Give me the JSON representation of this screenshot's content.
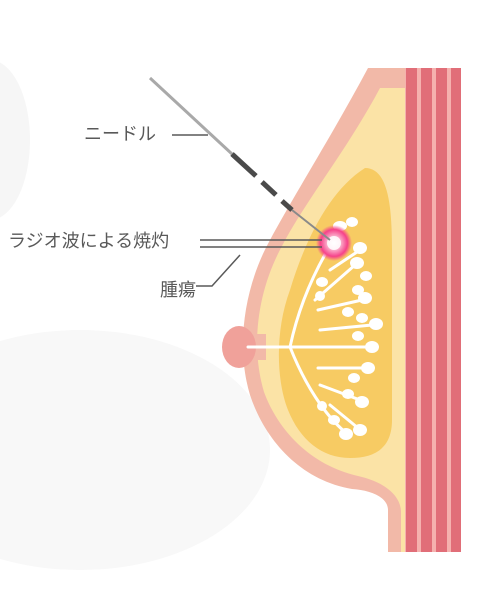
{
  "labels": {
    "needle": "ニードル",
    "ablation": "ラジオ波による焼灼",
    "tumor": "腫瘍"
  },
  "colors": {
    "skin_outer": "#f2b9a8",
    "breast_tissue": "#fbe3a6",
    "gland": "#f7cb63",
    "lobule": "#ffffff",
    "nipple": "#f0a19a",
    "muscle_stripe": "#e16e78",
    "muscle_light": "#f5b1ae",
    "tumor_glow": "#f6428a",
    "needle_gray": "#a9a9a9",
    "needle_dark": "#4a4a4a",
    "leader_line": "#595959",
    "background_shade": "#f6f6f6"
  }
}
